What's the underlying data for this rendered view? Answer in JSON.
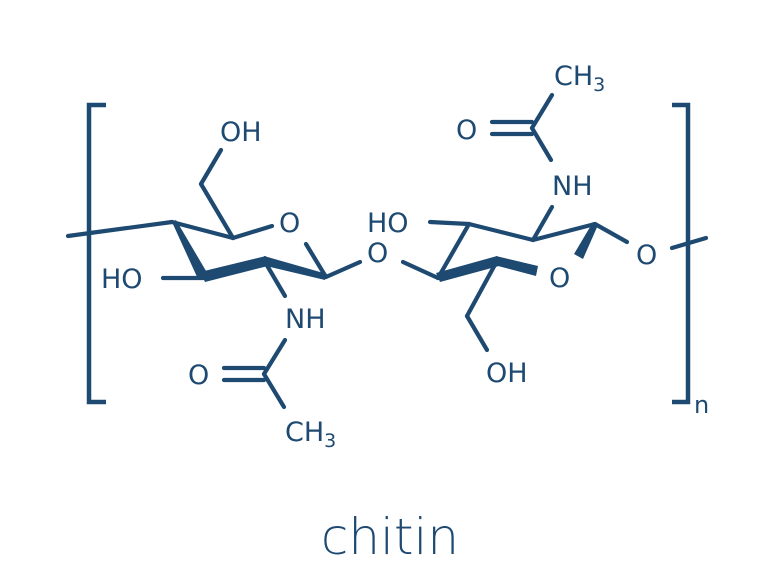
{
  "molecule": {
    "name": "chitin",
    "repeat_subscript": "n",
    "color": "#1e4a72",
    "background": "#ffffff"
  },
  "labels": {
    "ring1_ch2oh_oh": "OH",
    "ring1_ring_o": "O",
    "ring1_c3_ho": "HO",
    "ring1_nh": "NH",
    "ring1_carbonyl_o": "O",
    "ring1_ch3_c": "CH",
    "ring1_ch3_sub": "3",
    "glycosidic_o": "O",
    "ring2_c3_ho": "HO",
    "ring2_ring_o": "O",
    "ring2_ch2oh_oh": "OH",
    "ring2_nh": "NH",
    "ring2_carbonyl_o": "O",
    "ring2_ch3_c": "CH",
    "ring2_ch3_sub": "3",
    "terminal_o": "O"
  }
}
